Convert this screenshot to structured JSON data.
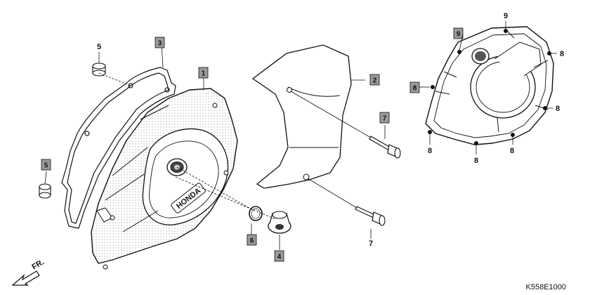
{
  "diagram": {
    "code": "K558E1000",
    "direction": "FR.",
    "logo_text": "HONDA",
    "callouts": {
      "boxed": [
        "1",
        "2",
        "3",
        "4",
        "5",
        "6",
        "7",
        "9",
        "8"
      ],
      "plain": [
        "5",
        "7",
        "9",
        "8",
        "8",
        "8",
        "8",
        "8",
        "8"
      ]
    }
  }
}
